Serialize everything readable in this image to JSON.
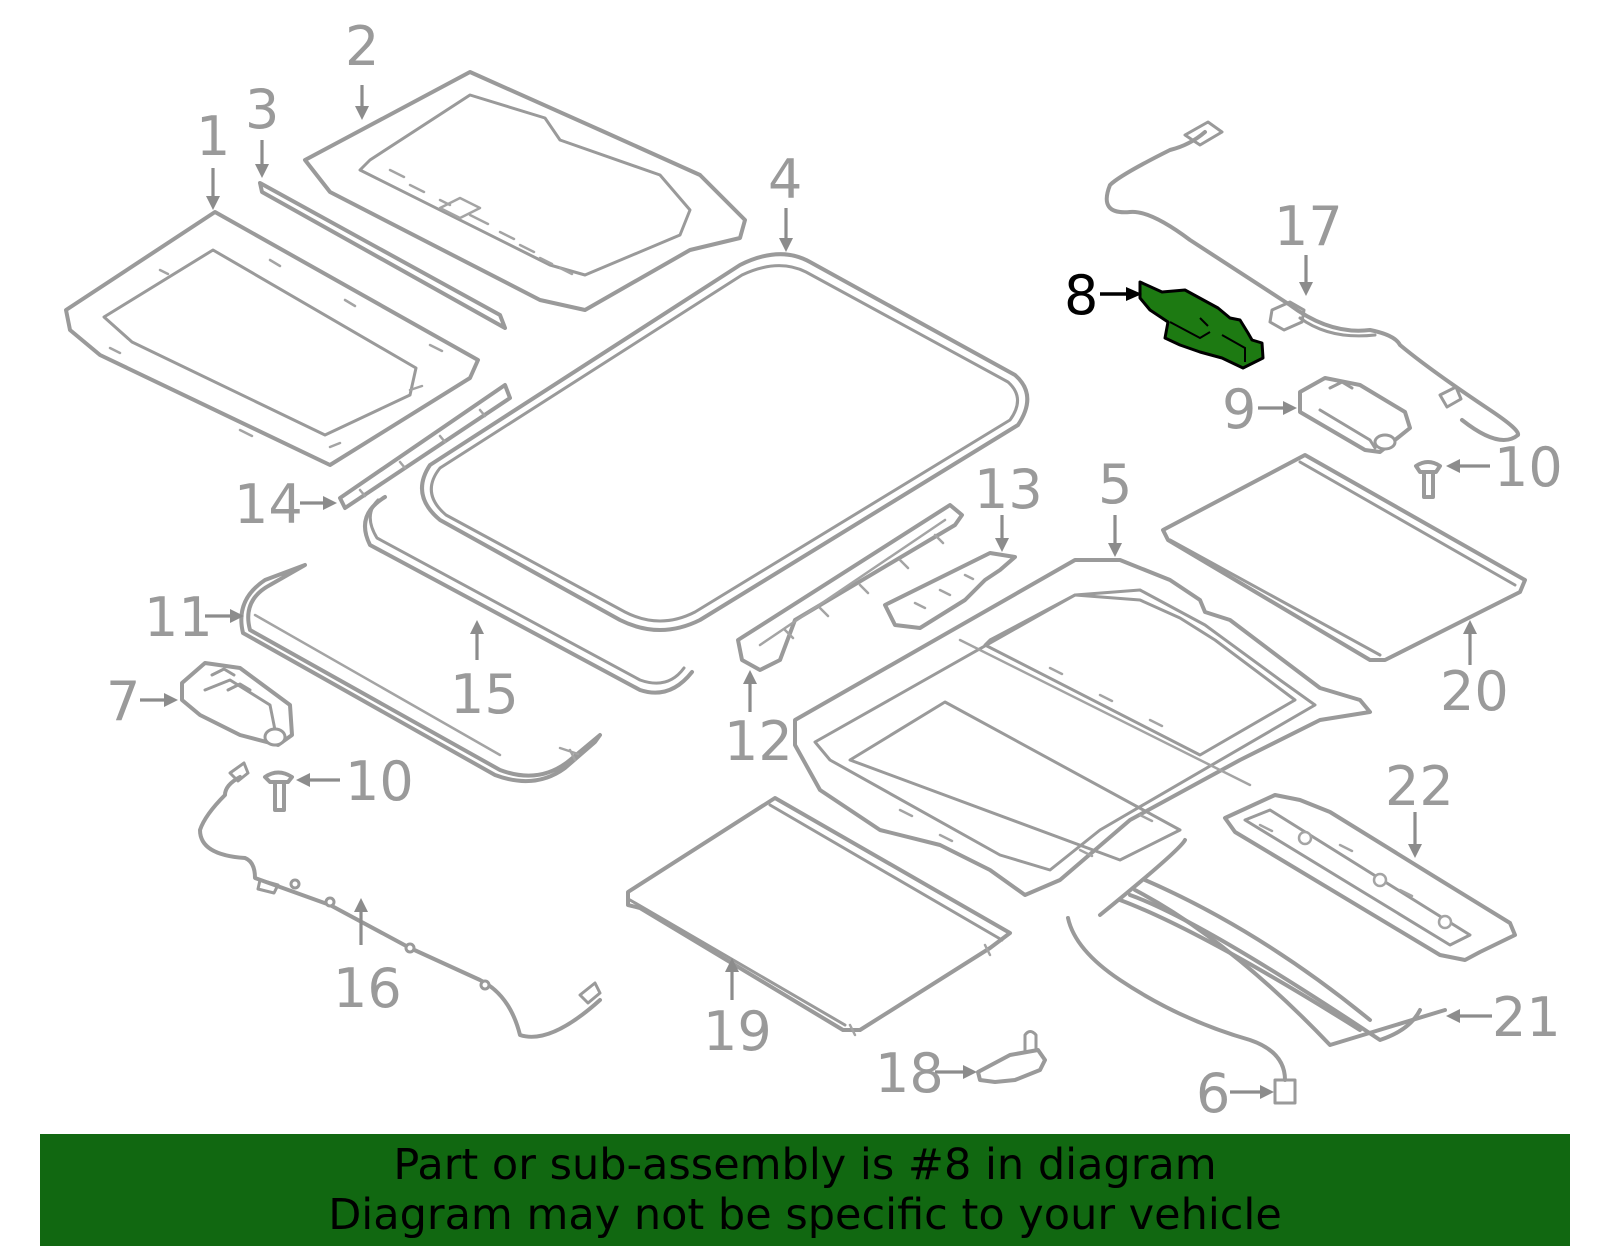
{
  "colors": {
    "highlight_part": "#1d7a12",
    "banner_background": "#116811",
    "diagram_stroke": "#9a9a9a",
    "highlight_label": "#000000"
  },
  "highlighted_part": "8",
  "callouts": [
    {
      "id": "c1",
      "label": "1"
    },
    {
      "id": "c2",
      "label": "2"
    },
    {
      "id": "c3",
      "label": "3"
    },
    {
      "id": "c4",
      "label": "4"
    },
    {
      "id": "c5",
      "label": "5"
    },
    {
      "id": "c6",
      "label": "6"
    },
    {
      "id": "c7",
      "label": "7"
    },
    {
      "id": "c8",
      "label": "8"
    },
    {
      "id": "c9",
      "label": "9"
    },
    {
      "id": "c10a",
      "label": "10"
    },
    {
      "id": "c10b",
      "label": "10"
    },
    {
      "id": "c11",
      "label": "11"
    },
    {
      "id": "c12",
      "label": "12"
    },
    {
      "id": "c13",
      "label": "13"
    },
    {
      "id": "c14",
      "label": "14"
    },
    {
      "id": "c15",
      "label": "15"
    },
    {
      "id": "c16",
      "label": "16"
    },
    {
      "id": "c17",
      "label": "17"
    },
    {
      "id": "c18",
      "label": "18"
    },
    {
      "id": "c19",
      "label": "19"
    },
    {
      "id": "c20",
      "label": "20"
    },
    {
      "id": "c21",
      "label": "21"
    },
    {
      "id": "c22",
      "label": "22"
    }
  ],
  "banner": {
    "line1": "Part or sub-assembly is #8 in diagram",
    "line2": "Diagram may not be specific to your vehicle"
  }
}
